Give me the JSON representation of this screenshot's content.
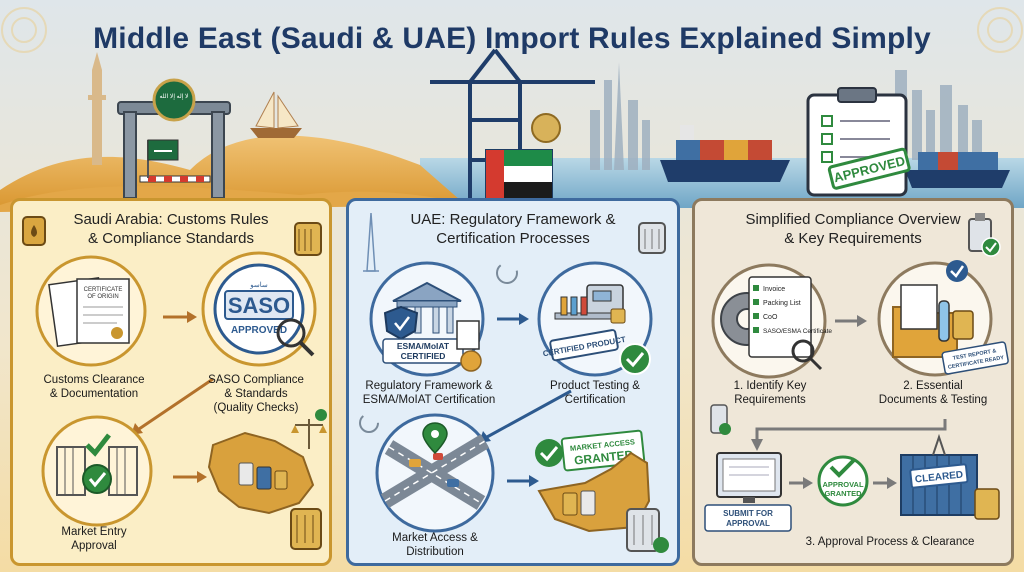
{
  "title": "Middle East (Saudi & UAE) Import Rules Explained Simply",
  "colors": {
    "saudi_panel": "#fbeec6",
    "saudi_border": "#c9962f",
    "uae_panel": "#e3eef8",
    "uae_border": "#3e6a9e",
    "overview_panel": "#efe7d8",
    "title": "#1f3a66",
    "approved_green": "#2f8a3e"
  },
  "panels": {
    "saudi": {
      "title_line1": "Saudi Arabia: Customs Rules",
      "title_line2": "& Compliance Standards",
      "certificate_text_1": "CERTIFICATE",
      "certificate_text_2": "OF ORIGIN",
      "saso_stamp": "SASO",
      "saso_approved": "APPROVED",
      "saso_arabic": "ساسو",
      "steps": {
        "customs": {
          "line1": "Customs Clearance",
          "line2": "& Documentation"
        },
        "saso": {
          "line1": "SASO Compliance",
          "line2": "& Standards",
          "line3": "(Quality Checks)"
        },
        "market": {
          "line1": "Market Entry",
          "line2": "Approval"
        }
      }
    },
    "uae": {
      "title_line1": "UAE: Regulatory Framework &",
      "title_line2": "Certification Processes",
      "esma_tag_1": "ESMA/MoIAT",
      "esma_tag_2": "CERTIFIED",
      "certified_product": "CERTIFIED PRODUCT",
      "market_access": "MARKET ACCESS",
      "granted": "GRANTED",
      "steps": {
        "framework": {
          "line1": "Regulatory Framework &",
          "line2": "ESMA/MoIAT Certification"
        },
        "testing": {
          "line1": "Product Testing &",
          "line2": "Certification"
        },
        "access": {
          "line1": "Market Access &",
          "line2": "Distribution"
        }
      }
    },
    "overview": {
      "title_line1": "Simplified Compliance Overview",
      "title_line2": "& Key Requirements",
      "checklist": [
        "Invoice",
        "Packing List",
        "CoO",
        "SASO/ESMA Certificate"
      ],
      "test_report": "TEST REPORT & CERTIFICATE READY",
      "submit_line1": "SUBMIT FOR",
      "submit_line2": "APPROVAL",
      "approval_granted_1": "APPROVAL",
      "approval_granted_2": "GRANTED",
      "cleared": "CLEARED",
      "steps": {
        "identify": {
          "line1": "1. Identify Key",
          "line2": "Requirements"
        },
        "documents": {
          "line1": "2. Essential",
          "line2": "Documents & Testing"
        },
        "approval": {
          "line1": "3. Approval Process & Clearance"
        }
      }
    }
  },
  "scene": {
    "approved_stamp": "APPROVED",
    "saudi_flag_text": "لا إله إلا الله"
  }
}
